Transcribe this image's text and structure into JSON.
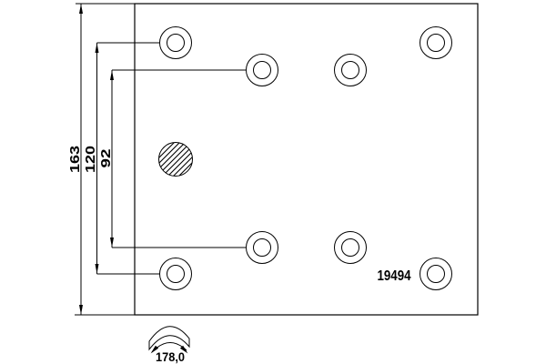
{
  "colors": {
    "background": "#ffffff",
    "line": "#000000",
    "text": "#000000"
  },
  "part_number": "19494",
  "dimension_labels": {
    "plate_height": "163",
    "outer_hole_spacing": "120",
    "inner_hole_spacing": "92",
    "arc_width": "178,0"
  },
  "symbols": {
    "center_hole": "hatched-circle-icon",
    "curvature": "curved-band-double-arrow-icon"
  },
  "counts": {
    "rivet_holes": 8
  }
}
